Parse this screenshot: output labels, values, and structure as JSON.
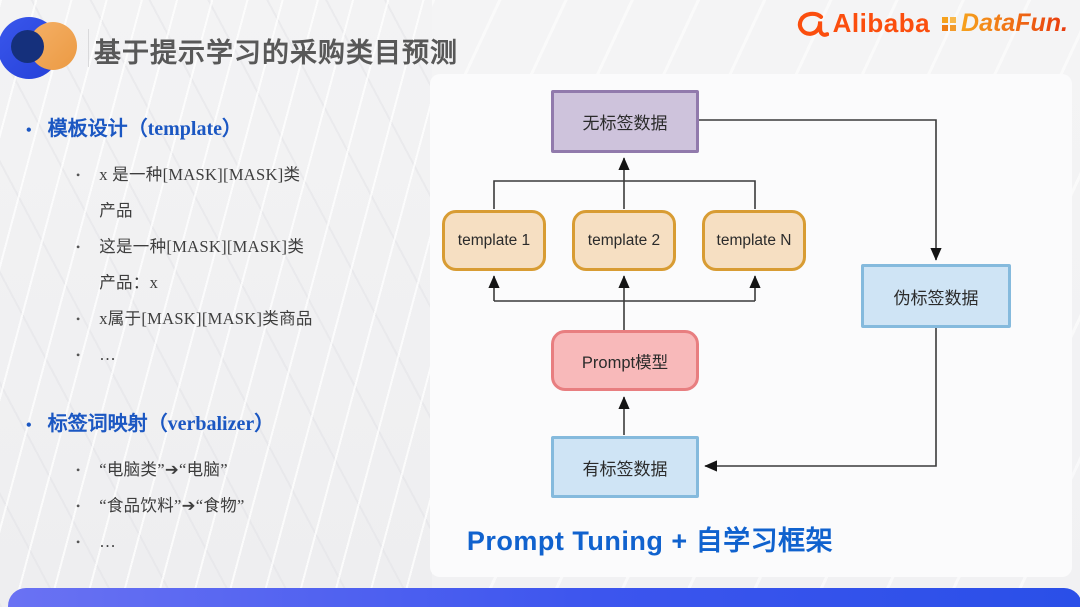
{
  "header": {
    "title": "基于提示学习的采购类目预测",
    "brands": {
      "alibaba": "Alibaba",
      "datafun": "DataFun."
    }
  },
  "bullets": {
    "sections": [
      {
        "heading": "模板设计（template）",
        "items": [
          "x 是一种[MASK][MASK]类产品",
          "这是一种[MASK][MASK]类产品：x",
          "x属于[MASK][MASK]类商品",
          "…"
        ]
      },
      {
        "heading": "标签词映射（verbalizer）",
        "items": [
          "“电脑类”➔“电脑”",
          "“食品饮料”➔“食物”",
          "…"
        ]
      }
    ]
  },
  "diagram": {
    "nodes": {
      "unlabeled": "无标签数据",
      "template1": "template 1",
      "template2": "template 2",
      "templateN": "template N",
      "prompt": "Prompt模型",
      "labeled": "有标签数据",
      "pseudo": "伪标签数据"
    },
    "caption": "Prompt Tuning + 自学习框架"
  },
  "icons": {
    "bullet": "•"
  },
  "colors": {
    "title_text": "#585858",
    "heading_blue": "#1b57c2",
    "caption_blue": "#1062ce",
    "alibaba_orange": "#fb4e0e",
    "datafun_gradient_start": "#f6a21d",
    "datafun_gradient_end": "#e8380d",
    "logo_blue": "#2d4ce5",
    "logo_orange": "#f2a253",
    "logo_navy": "#15307c",
    "unlabeled_fill": "#cec3dc",
    "unlabeled_border": "#917aac",
    "template_fill": "#f6dfc2",
    "template_border": "#d89c33",
    "prompt_fill": "#f8b9ba",
    "prompt_border": "#e87e80",
    "data_fill": "#cfe4f5",
    "data_border": "#85badd",
    "flow_line": "#3b3b3b",
    "footer_bar_start": "#6a72f3",
    "footer_bar_end": "#2a4fe8"
  }
}
